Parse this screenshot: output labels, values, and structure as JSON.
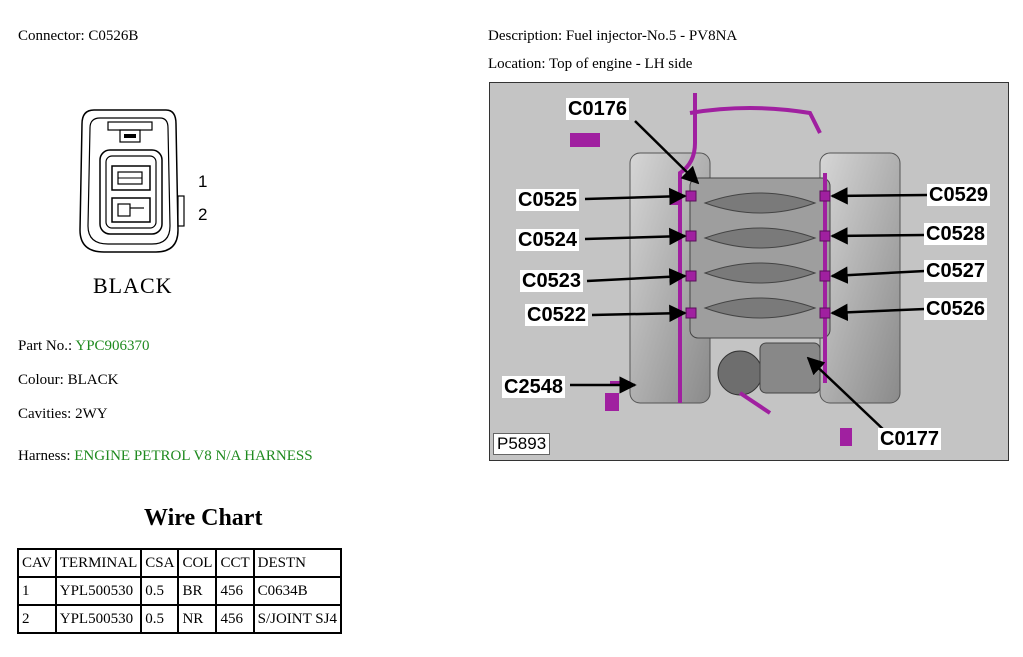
{
  "connector": {
    "label": "Connector: C0526B"
  },
  "description": {
    "label": "Description: Fuel injector-No.5 - PV8NA"
  },
  "location": {
    "label": "Location: Top of engine - LH side"
  },
  "diagram": {
    "pin1": "1",
    "pin2": "2",
    "color_label": "BLACK"
  },
  "part": {
    "label": "Part No.:",
    "value": "YPC906370"
  },
  "colour": {
    "label": "Colour: BLACK"
  },
  "cavities": {
    "label": "Cavities: 2WY"
  },
  "harness": {
    "label": "Harness:",
    "value": "ENGINE PETROL V8 N/A HARNESS"
  },
  "photo": {
    "figure_id": "P5893",
    "callouts": {
      "c0176": "C0176",
      "c0525": "C0525",
      "c0524": "C0524",
      "c0523": "C0523",
      "c0522": "C0522",
      "c2548": "C2548",
      "c0529": "C0529",
      "c0528": "C0528",
      "c0527": "C0527",
      "c0526": "C0526",
      "c0177": "C0177"
    },
    "harness_color": "#a020a0"
  },
  "wire_chart": {
    "title": "Wire Chart",
    "headers": [
      "CAV",
      "TERMINAL",
      "CSA",
      "COL",
      "CCT",
      "DESTN"
    ],
    "rows": [
      [
        "1",
        "YPL500530",
        "0.5",
        "BR",
        "456",
        "C0634B"
      ],
      [
        "2",
        "YPL500530",
        "0.5",
        "NR",
        "456",
        "S/JOINT SJ4"
      ]
    ]
  },
  "colors": {
    "accent_green": "#1f8a1f"
  }
}
